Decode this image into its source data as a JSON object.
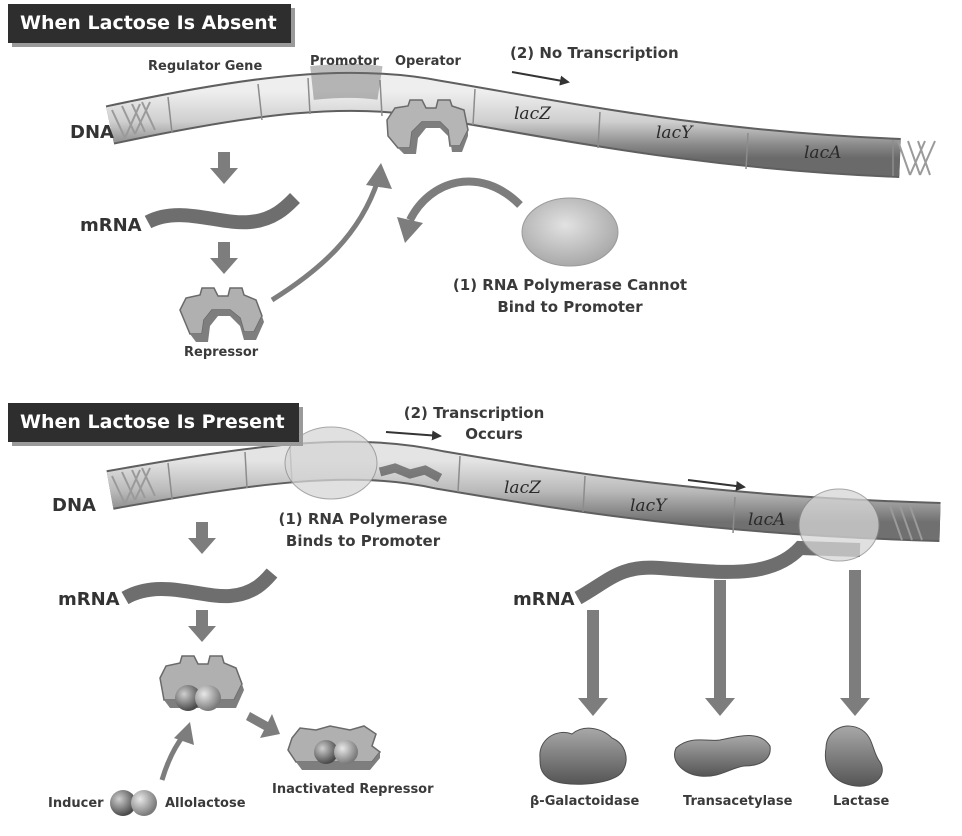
{
  "top": {
    "banner": "When Lactose Is Absent",
    "dna": "DNA",
    "regulator_gene": "Regulator Gene",
    "promotor": "Promotor",
    "operator": "Operator",
    "no_transcription": "(2) No Transcription",
    "lacZ": "lacZ",
    "lacY": "lacY",
    "lacA": "lacA",
    "mrna": "mRNA",
    "repressor": "Repressor",
    "polymerase_line1": "(1) RNA Polymerase Cannot",
    "polymerase_line2": "Bind to Promoter"
  },
  "bottom": {
    "banner": "When Lactose Is Present",
    "transcription_line1": "(2) Transcription",
    "transcription_line2": "Occurs",
    "dna": "DNA",
    "lacZ": "lacZ",
    "lacY": "lacY",
    "lacA": "lacA",
    "polymerase_line1": "(1) RNA Polymerase",
    "polymerase_line2": "Binds to Promoter",
    "mrna_left": "mRNA",
    "mrna_right": "mRNA",
    "inducer": "Inducer",
    "allolactose": "Allolactose",
    "inactivated_repressor": "Inactivated Repressor",
    "products": [
      "β-Galactoidase",
      "Transacetylase",
      "Lactase"
    ]
  },
  "colors": {
    "banner_bg": "#2e2e2e",
    "dna_light": "#d8d8d8",
    "dna_dark": "#7a7a7a",
    "arrow": "#7d7d7d",
    "polymerase": "#cfcfcf"
  }
}
